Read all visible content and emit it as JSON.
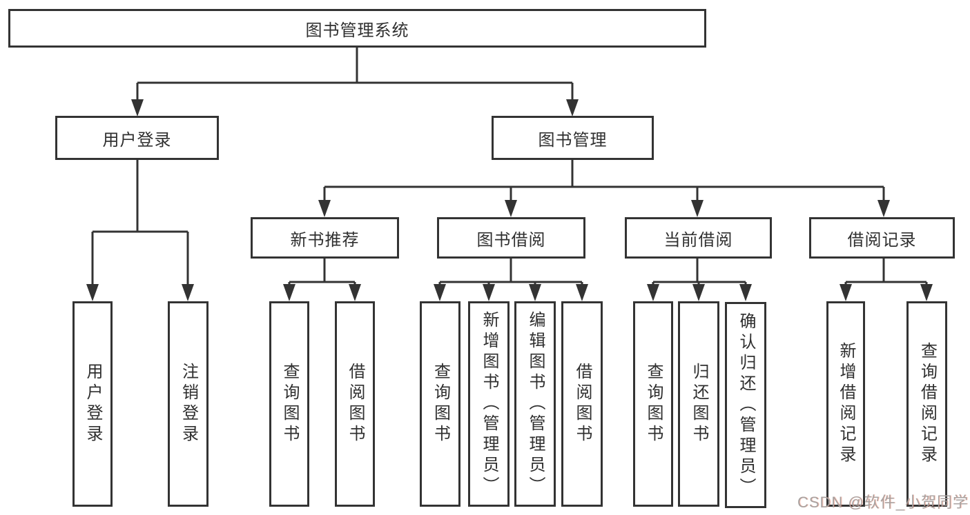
{
  "diagram": {
    "title": "图书管理系统",
    "level2": [
      {
        "label": "用户登录"
      },
      {
        "label": "图书管理"
      }
    ],
    "level3": [
      {
        "label": "新书推荐",
        "parent": "图书管理"
      },
      {
        "label": "图书借阅",
        "parent": "图书管理"
      },
      {
        "label": "当前借阅",
        "parent": "图书管理"
      },
      {
        "label": "借阅记录",
        "parent": "图书管理"
      }
    ],
    "leaves": [
      {
        "label": "用户登录",
        "parent": "用户登录"
      },
      {
        "label": "注销登录",
        "parent": "用户登录"
      },
      {
        "label": "查询图书",
        "parent": "新书推荐"
      },
      {
        "label": "借阅图书",
        "parent": "新书推荐"
      },
      {
        "label": "查询图书",
        "parent": "图书借阅"
      },
      {
        "label": "新增图书（管理员）",
        "parent": "图书借阅"
      },
      {
        "label": "编辑图书（管理员）",
        "parent": "图书借阅"
      },
      {
        "label": "借阅图书",
        "parent": "图书借阅"
      },
      {
        "label": "查询图书",
        "parent": "当前借阅"
      },
      {
        "label": "归还图书",
        "parent": "当前借阅"
      },
      {
        "label": "确认归还（管理员）",
        "parent": "当前借阅"
      },
      {
        "label": "新增借阅记录",
        "parent": "借阅记录"
      },
      {
        "label": "查询借阅记录",
        "parent": "借阅记录"
      }
    ],
    "colors": {
      "line": "#333333",
      "text": "#2f2f2f",
      "background": "#ffffff"
    }
  },
  "watermark": {
    "text": "CSDN @软件_小贺同学"
  }
}
